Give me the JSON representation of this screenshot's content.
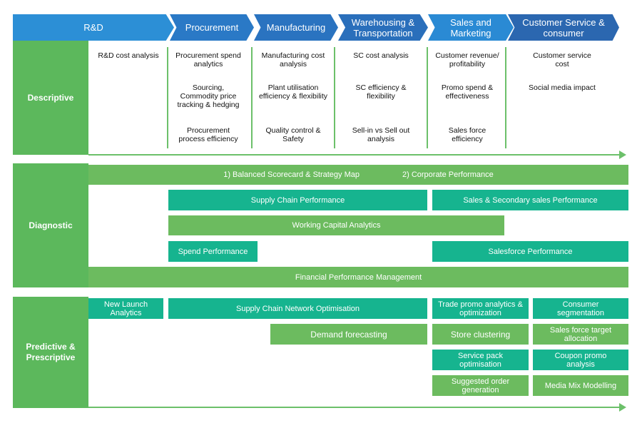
{
  "stages": [
    {
      "label": "R&D",
      "color": "#2c8fd6"
    },
    {
      "label": "Procurement",
      "color": "#2a79c6"
    },
    {
      "label": "Manufacturing",
      "color": "#2a73c0"
    },
    {
      "label": "Warehousing & Transportation",
      "color": "#2a6fbb"
    },
    {
      "label": "Sales and Marketing",
      "color": "#2a8ad4"
    },
    {
      "label": "Customer Service & consumer",
      "color": "#2b67b0"
    }
  ],
  "rows": {
    "descriptive": "Descriptive",
    "diagnostic": "Diagnostic",
    "predictive": "Predictive & Prescriptive"
  },
  "descriptive_cells": [
    [
      "R&D cost analysis"
    ],
    [
      "Procurement spend analytics",
      "Sourcing, Commodity price tracking & hedging",
      "Procurement process efficiency"
    ],
    [
      "Manufacturing cost analysis",
      "Plant utilisation efficiency & flexibility",
      "Quality control & Safety"
    ],
    [
      "SC cost analysis",
      "SC efficiency & flexibility",
      "Sell-in vs Sell out analysis"
    ],
    [
      "Customer revenue/ profitability",
      "Promo spend & effectiveness",
      "Sales force efficiency"
    ],
    [
      "Customer service cost",
      "Social media impact"
    ]
  ],
  "diagnostic_boxes": {
    "balanced_scorecard": "1) Balanced Scorecard & Strategy Map",
    "corporate_performance": "2) Corporate Performance",
    "supply_chain_performance": "Supply Chain Performance",
    "sales_secondary": "Sales & Secondary sales Performance",
    "working_capital": "Working Capital Analytics",
    "spend_performance": "Spend Performance",
    "salesforce_performance": "Salesforce Performance",
    "financial_performance": "Financial Performance Management"
  },
  "predictive_boxes": {
    "new_launch": "New Launch Analytics",
    "sc_network": "Supply Chain Network Optimisation",
    "trade_promo": "Trade promo analytics & optimization",
    "consumer_segmentation": "Consumer segmentation",
    "demand_forecasting": "Demand forecasting",
    "store_clustering": "Store clustering",
    "sales_force_target": "Sales force target allocation",
    "service_pack": "Service pack optimisation",
    "coupon_promo": "Coupon promo analysis",
    "suggested_order": "Suggested order generation",
    "media_mix": "Media Mix Modelling"
  },
  "colors": {
    "row_label_green": "#5cb85c",
    "box_green": "#6cbb5f",
    "box_teal": "#16b48f",
    "stage_blue": "#2f6eb5"
  }
}
